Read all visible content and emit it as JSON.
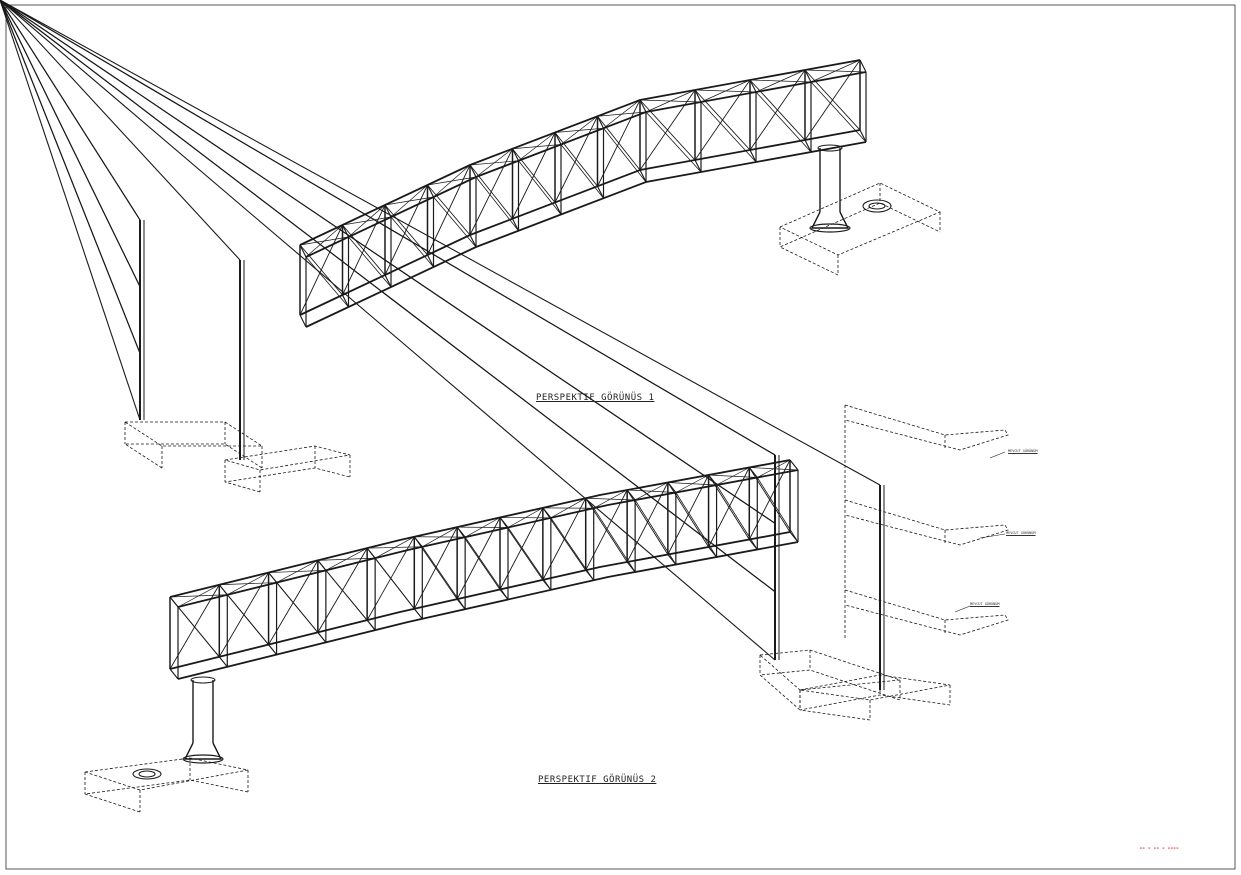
{
  "drawing": {
    "view1_title": "PERSPEKTIF GÖRÜNÜS 1",
    "view2_title": "PERSPEKTIF GÖRÜNÜS 2",
    "level_labels": [
      "MEVCUT GÖRÜNÜM",
      "MEVCUT GÖRÜNÜM",
      "MEVCUT GÖRÜNÜM"
    ],
    "colors": {
      "line": "#1a1a1a",
      "stamp": "#dd2222",
      "frame": "#555555"
    }
  }
}
